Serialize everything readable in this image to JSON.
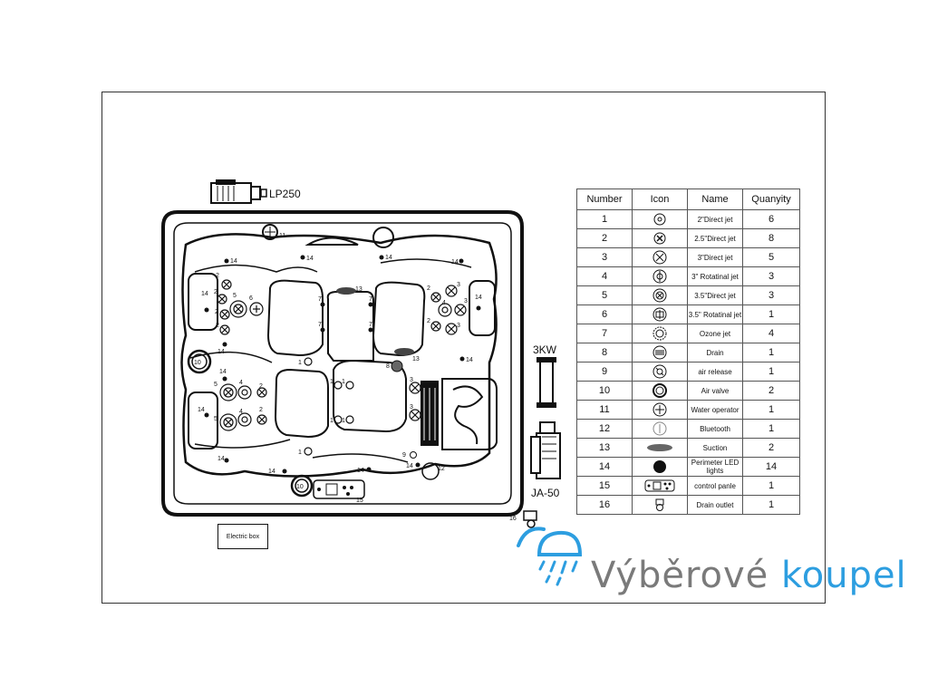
{
  "components": {
    "pump_top": "LP250",
    "heater": "3KW",
    "pump_side": "JA-50",
    "electric_box": "Electric box"
  },
  "legend": {
    "headers": [
      "Number",
      "Icon",
      "Name",
      "Quanyity"
    ],
    "rows": [
      {
        "number": "1",
        "icon": "direct-jet-2-icon",
        "name": "2\"Direct jet",
        "qty": "6"
      },
      {
        "number": "2",
        "icon": "direct-jet-2-5-icon",
        "name": "2.5\"Direct jet",
        "qty": "8"
      },
      {
        "number": "3",
        "icon": "direct-jet-3-icon",
        "name": "3\"Direct jet",
        "qty": "5"
      },
      {
        "number": "4",
        "icon": "rotating-jet-3-icon",
        "name": "3\" Rotatinal jet",
        "qty": "3"
      },
      {
        "number": "5",
        "icon": "direct-jet-3-5-icon",
        "name": "3.5\"Direct jet",
        "qty": "3"
      },
      {
        "number": "6",
        "icon": "rotating-jet-3-5-icon",
        "name": "3.5\" Rotatinal jet",
        "qty": "1"
      },
      {
        "number": "7",
        "icon": "ozone-jet-icon",
        "name": "Ozone jet",
        "qty": "4"
      },
      {
        "number": "8",
        "icon": "drain-icon",
        "name": "Drain",
        "qty": "1"
      },
      {
        "number": "9",
        "icon": "air-release-icon",
        "name": "air release",
        "qty": "1"
      },
      {
        "number": "10",
        "icon": "air-valve-icon",
        "name": "Air valve",
        "qty": "2"
      },
      {
        "number": "11",
        "icon": "water-operator-icon",
        "name": "Water operator",
        "qty": "1"
      },
      {
        "number": "12",
        "icon": "bluetooth-icon",
        "name": "Bluetooth",
        "qty": "1"
      },
      {
        "number": "13",
        "icon": "suction-icon",
        "name": "Suction",
        "qty": "2"
      },
      {
        "number": "14",
        "icon": "perimeter-led-icon",
        "name": "Perimeter LED lights",
        "qty": "14"
      },
      {
        "number": "15",
        "icon": "control-panel-icon",
        "name": "control panle",
        "qty": "1"
      },
      {
        "number": "16",
        "icon": "drain-outlet-icon",
        "name": "Drain outlet",
        "qty": "1"
      }
    ]
  },
  "callouts": {
    "n1": "1",
    "n2": "2",
    "n3": "3",
    "n4": "4",
    "n5": "5",
    "n6": "6",
    "n7": "7",
    "n8": "8",
    "n9": "9",
    "n10": "10",
    "n11": "11",
    "n12": "12",
    "n13": "13",
    "n14": "14",
    "n15": "15",
    "n16": "16"
  },
  "brand": {
    "part1": "Výběrové",
    "part2": " koupel",
    "color_gray": "#7a7a7a",
    "color_blue": "#2d9ee0"
  }
}
